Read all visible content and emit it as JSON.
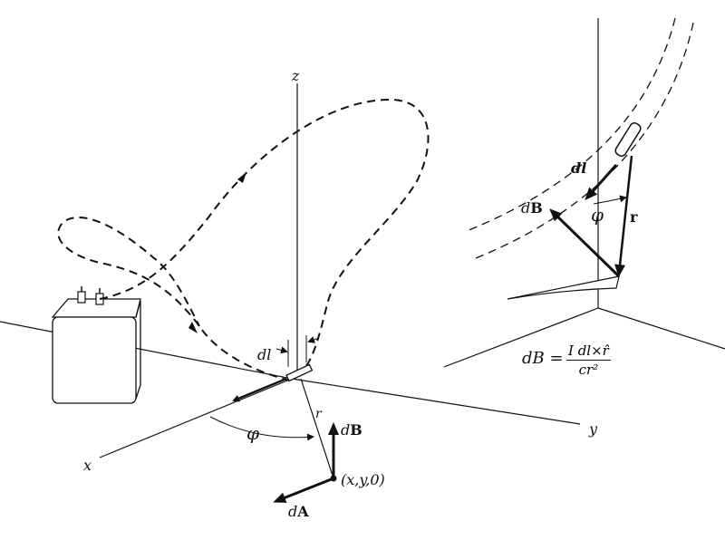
{
  "labels": {
    "z": "z",
    "x": "x",
    "y": "y",
    "dl_left": "dl",
    "phi_left": "φ",
    "r_left": "r",
    "dB_left_d": "d",
    "dB_left_B": "B",
    "point": "(x,y,0)",
    "dA_d": "d",
    "dA_A": "A",
    "dl_right": "dl",
    "dB_right_d": "d",
    "dB_right_B": "B",
    "phi_right": "φ",
    "r_right": "r"
  },
  "formula": {
    "lhs": "dB =",
    "numerator": "I dl×r̂",
    "denominator": "cr²"
  }
}
